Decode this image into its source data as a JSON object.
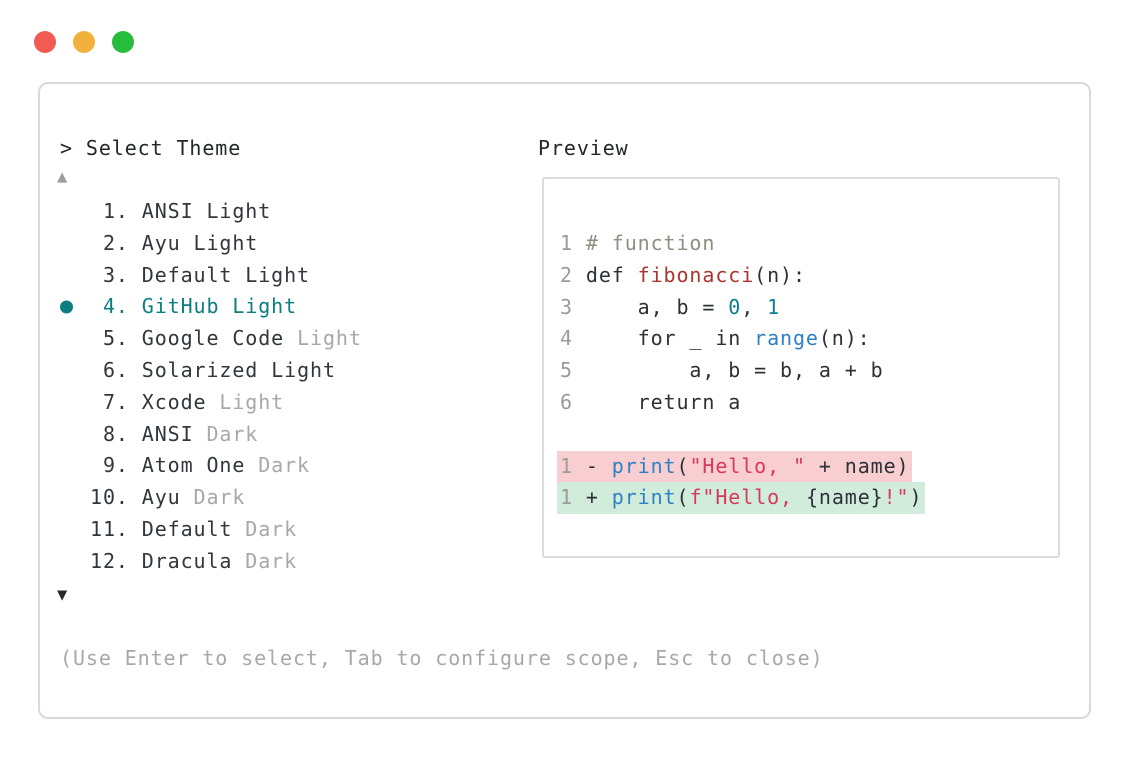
{
  "window": {
    "traffic_lights": [
      {
        "name": "close-button",
        "color": "#f15b52"
      },
      {
        "name": "minimize-button",
        "color": "#f2b13b"
      },
      {
        "name": "zoom-button",
        "color": "#27bd3c"
      }
    ]
  },
  "theme_picker": {
    "prompt": "> Select Theme",
    "scroll_up_indicator": "▲",
    "scroll_down_indicator": "▼",
    "selected_color": "#0d7e80",
    "items": [
      {
        "num": "1",
        "name": "ANSI",
        "suffix": "Light",
        "suffix_dim": false,
        "selected": false
      },
      {
        "num": "2",
        "name": "Ayu",
        "suffix": "Light",
        "suffix_dim": false,
        "selected": false
      },
      {
        "num": "3",
        "name": "Default",
        "suffix": "Light",
        "suffix_dim": false,
        "selected": false
      },
      {
        "num": "4",
        "name": "GitHub",
        "suffix": "Light",
        "suffix_dim": false,
        "selected": true
      },
      {
        "num": "5",
        "name": "Google Code",
        "suffix": "Light",
        "suffix_dim": true,
        "selected": false
      },
      {
        "num": "6",
        "name": "Solarized",
        "suffix": "Light",
        "suffix_dim": false,
        "selected": false
      },
      {
        "num": "7",
        "name": "Xcode",
        "suffix": "Light",
        "suffix_dim": true,
        "selected": false
      },
      {
        "num": "8",
        "name": "ANSI",
        "suffix": "Dark",
        "suffix_dim": true,
        "selected": false
      },
      {
        "num": "9",
        "name": "Atom One",
        "suffix": "Dark",
        "suffix_dim": true,
        "selected": false
      },
      {
        "num": "10",
        "name": "Ayu",
        "suffix": "Dark",
        "suffix_dim": true,
        "selected": false
      },
      {
        "num": "11",
        "name": "Default",
        "suffix": "Dark",
        "suffix_dim": true,
        "selected": false
      },
      {
        "num": "12",
        "name": "Dracula",
        "suffix": "Dark",
        "suffix_dim": true,
        "selected": false
      }
    ],
    "footer": "(Use Enter to select, Tab to configure scope, Esc to close)"
  },
  "preview": {
    "title": "Preview",
    "colors": {
      "plain": "#2b3137",
      "linenum": "#9b9b9b",
      "comment": "#8b9180",
      "func": "#a9362f",
      "number": "#0b7f8a",
      "builtin": "#2e81c5",
      "string": "#d53a5d",
      "removed_bg": "#f9ced1",
      "added_bg": "#d2ecdb"
    },
    "code_lines": [
      {
        "num": "1",
        "type": "normal",
        "tokens": [
          [
            "comment",
            "# function"
          ]
        ]
      },
      {
        "num": "2",
        "type": "normal",
        "tokens": [
          [
            "plain",
            "def "
          ],
          [
            "func",
            "fibonacci"
          ],
          [
            "plain",
            "(n):"
          ]
        ]
      },
      {
        "num": "3",
        "type": "normal",
        "tokens": [
          [
            "plain",
            "    a, b = "
          ],
          [
            "number",
            "0"
          ],
          [
            "plain",
            ", "
          ],
          [
            "number",
            "1"
          ]
        ]
      },
      {
        "num": "4",
        "type": "normal",
        "tokens": [
          [
            "plain",
            "    for _ in "
          ],
          [
            "builtin",
            "range"
          ],
          [
            "plain",
            "(n):"
          ]
        ]
      },
      {
        "num": "5",
        "type": "normal",
        "tokens": [
          [
            "plain",
            "        a, b = b, a + b"
          ]
        ]
      },
      {
        "num": "6",
        "type": "normal",
        "tokens": [
          [
            "plain",
            "    return a"
          ]
        ]
      },
      {
        "type": "blank"
      },
      {
        "num": "1",
        "type": "removed",
        "tokens": [
          [
            "plain",
            "- "
          ],
          [
            "builtin",
            "print"
          ],
          [
            "plain",
            "("
          ],
          [
            "string",
            "\"Hello, \""
          ],
          [
            "plain",
            " + name)"
          ]
        ]
      },
      {
        "num": "1",
        "type": "added",
        "tokens": [
          [
            "plain",
            "+ "
          ],
          [
            "builtin",
            "print"
          ],
          [
            "plain",
            "("
          ],
          [
            "string",
            "f\"Hello, "
          ],
          [
            "plain",
            "{name}"
          ],
          [
            "string",
            "!\""
          ],
          [
            "plain",
            ")"
          ]
        ]
      }
    ]
  }
}
